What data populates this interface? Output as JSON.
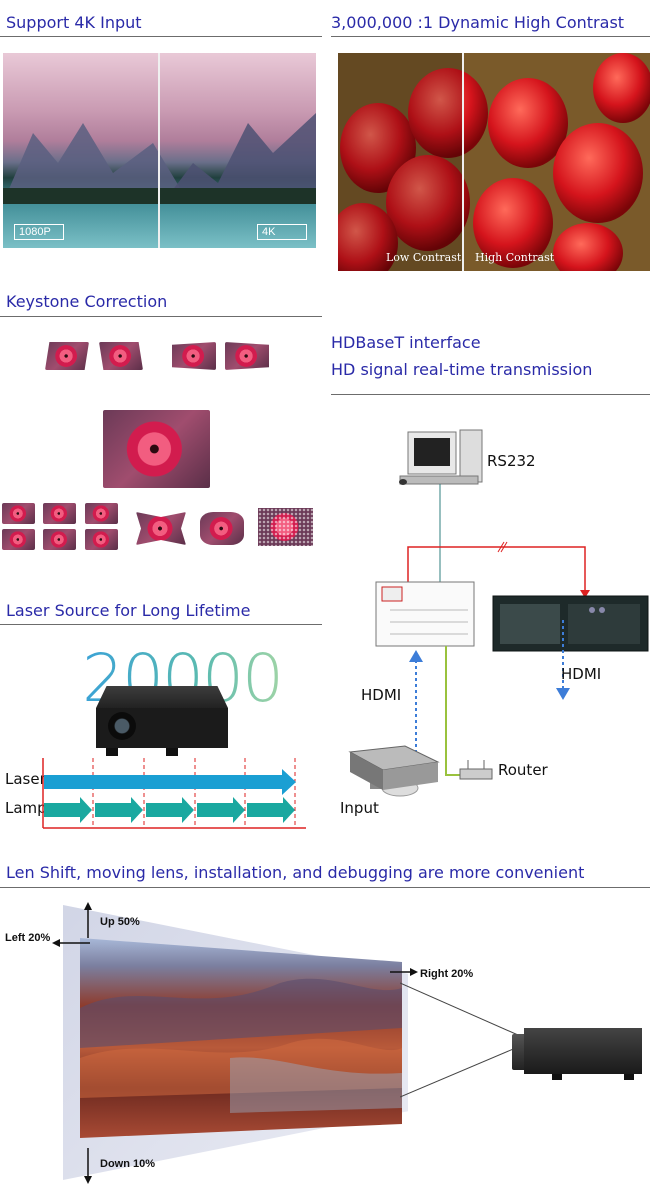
{
  "sections": {
    "input4k": {
      "title": "Support 4K Input",
      "left_tag": "1080P",
      "right_tag": "4K"
    },
    "contrast": {
      "title": "3,000,000 :1 Dynamic High Contrast",
      "left_label": "Low Contrast",
      "right_label": "High Contrast"
    },
    "keystone": {
      "title": "Keystone Correction"
    },
    "hdbaset": {
      "line1": "HDBaseT interface",
      "line2": "HD signal real-time transmission"
    },
    "laser": {
      "title": "Laser Source for Long Lifetime",
      "hours": "20000",
      "row_laser": "Laser",
      "row_lamp": "Lamp"
    },
    "diagram": {
      "rs232": "RS232",
      "hdmi_in": "HDMI",
      "hdmi_out": "HDMI",
      "router": "Router",
      "input": "Input"
    },
    "lens": {
      "title": "Len Shift, moving lens, installation, and debugging are more convenient",
      "up": "Up 50%",
      "down": "Down 10%",
      "left": "Left 20%",
      "right": "Right 20%"
    }
  },
  "colors": {
    "heading": "#2a2aa8",
    "arrow": "#1a9fd3",
    "dash": "#d92020"
  }
}
